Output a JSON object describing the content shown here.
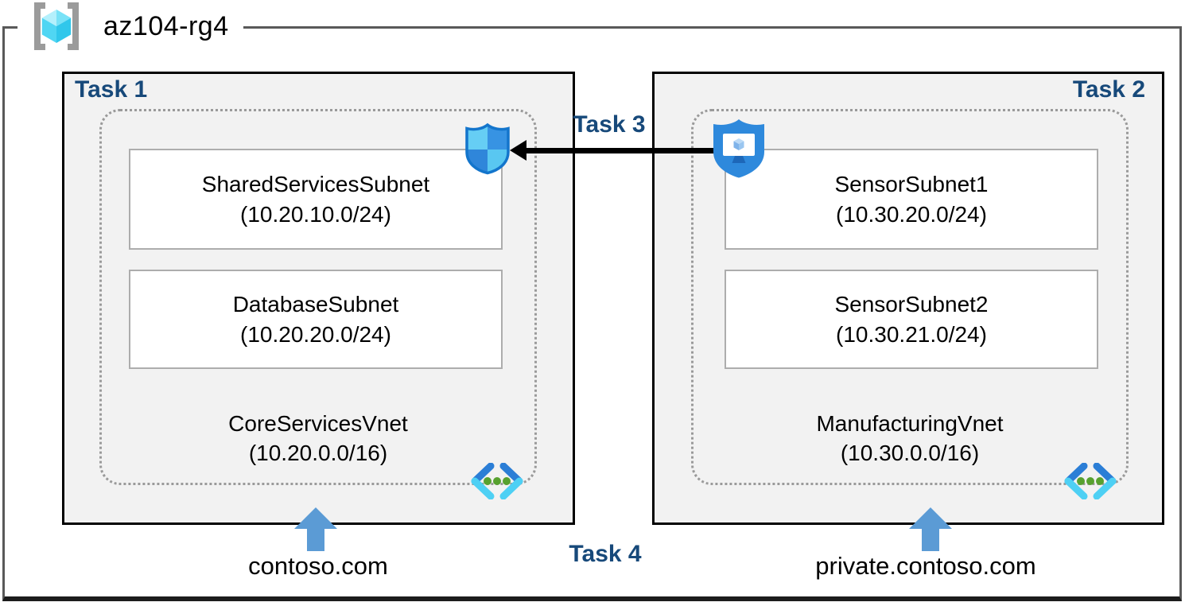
{
  "resource_group": {
    "name": "az104-rg4"
  },
  "tasks": {
    "task1": "Task 1",
    "task2": "Task 2",
    "task3": "Task 3",
    "task4": "Task 4"
  },
  "left_vnet": {
    "subnets": [
      {
        "name": "SharedServicesSubnet",
        "cidr": "(10.20.10.0/24)"
      },
      {
        "name": "DatabaseSubnet",
        "cidr": "(10.20.20.0/24)"
      }
    ],
    "name": "CoreServicesVnet",
    "cidr": "(10.20.0.0/16)",
    "dns_zone": "contoso.com"
  },
  "right_vnet": {
    "subnets": [
      {
        "name": "SensorSubnet1",
        "cidr": "(10.30.20.0/24)"
      },
      {
        "name": "SensorSubnet2",
        "cidr": "(10.30.21.0/24)"
      }
    ],
    "name": "ManufacturingVnet",
    "cidr": "(10.30.0.0/16)",
    "dns_zone": "private.contoso.com"
  },
  "icons": {
    "resource_group": "resource-group-icon",
    "nsg": "network-security-group-shield-icon",
    "bastion": "bastion-shield-monitor-icon",
    "vnet": "virtual-network-icon",
    "dns": "up-arrow-icon"
  },
  "colors": {
    "task_label": "#17497a",
    "box_fill": "#f2f2f2",
    "box_border": "#000000",
    "frame_border": "#595959",
    "subnet_box_border": "#adadad",
    "dashed_border": "#9a9a9a",
    "blue_arrow": "#5b9bd5",
    "peering_arrow": "#000000"
  }
}
